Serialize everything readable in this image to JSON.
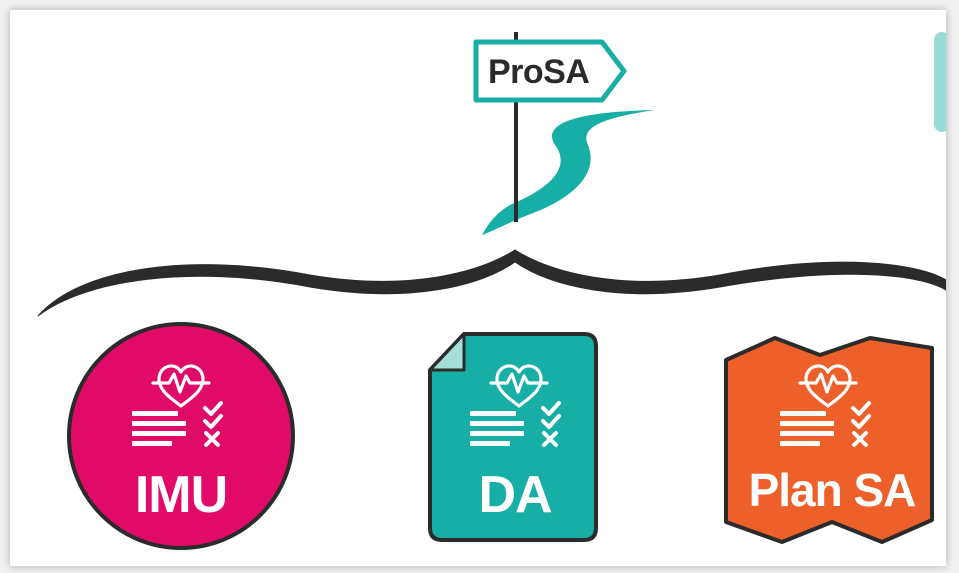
{
  "signpost": {
    "label": "ProSA"
  },
  "items": [
    {
      "label": "IMU",
      "shape": "circle",
      "color": "#e10a68"
    },
    {
      "label": "DA",
      "shape": "document",
      "color": "#17aea6"
    },
    {
      "label": "Plan SA",
      "shape": "map",
      "color": "#ee6029"
    }
  ],
  "colors": {
    "teal": "#17aea6",
    "magenta": "#e10a68",
    "orange": "#ee6029",
    "dark": "#2b2b2b"
  },
  "icons": [
    "heart-pulse-icon",
    "checklist-icon"
  ]
}
